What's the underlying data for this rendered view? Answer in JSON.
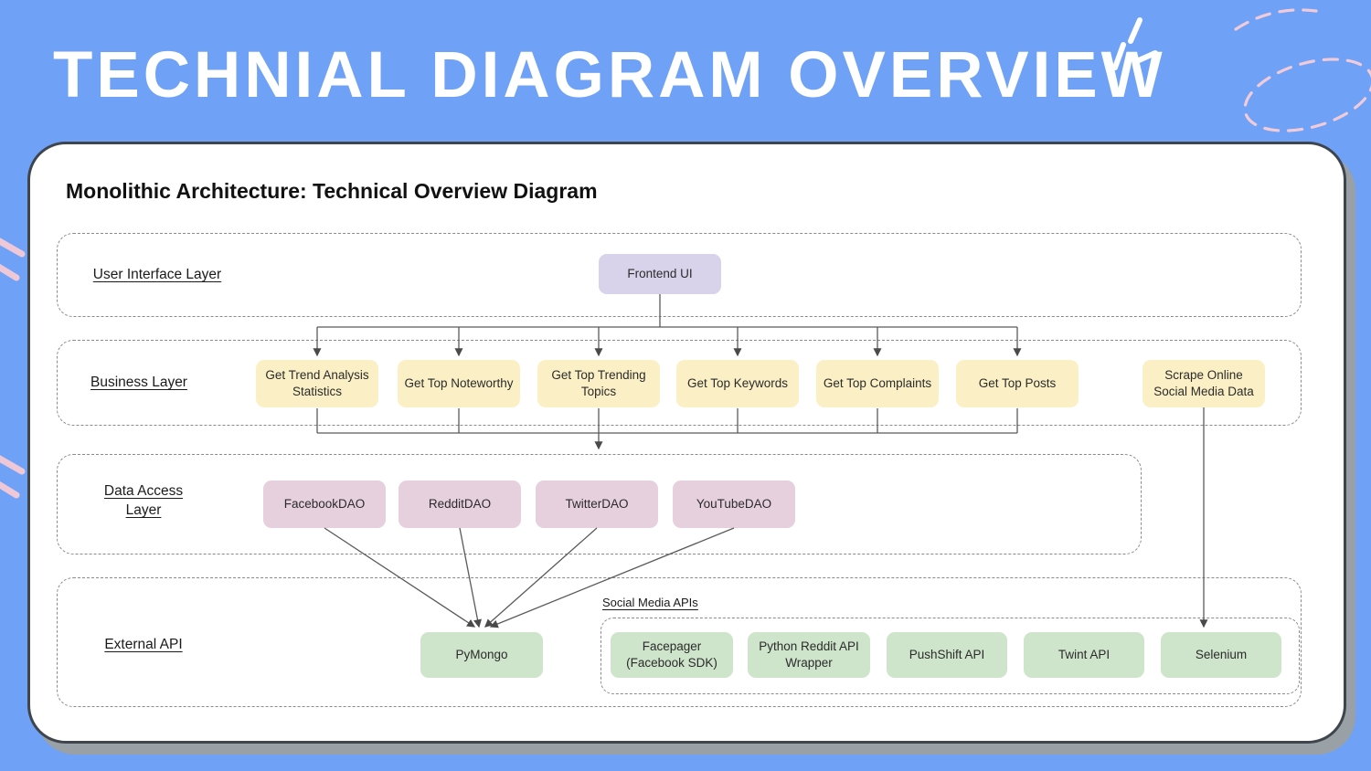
{
  "title": "TECHNIAL DIAGRAM OVERVIEW",
  "diagram": {
    "heading": "Monolithic Architecture: Technical Overview Diagram",
    "layers": {
      "ui": {
        "label": "User Interface Layer",
        "nodes": [
          "Frontend UI"
        ]
      },
      "business": {
        "label": "Business Layer",
        "nodes": [
          "Get Trend Analysis Statistics",
          "Get Top Noteworthy",
          "Get Top Trending Topics",
          "Get Top Keywords",
          "Get Top Complaints",
          "Get Top Posts",
          "Scrape Online Social Media Data"
        ]
      },
      "data_access": {
        "label": "Data Access Layer",
        "nodes": [
          "FacebookDAO",
          "RedditDAO",
          "TwitterDAO",
          "YouTubeDAO"
        ]
      },
      "external": {
        "label": "External API",
        "nodes": [
          "PyMongo"
        ],
        "group": {
          "label": "Social Media APIs",
          "nodes": [
            "Facepager (Facebook SDK)",
            "Python Reddit API Wrapper",
            "PushShift API",
            "Twint API",
            "Selenium"
          ]
        }
      }
    },
    "colors": {
      "background": "#6FA2F6",
      "card": "#FFFFFF",
      "card_border": "#3F454C",
      "ui_node": "#D8D3EA",
      "business_node": "#FBF0C5",
      "data_node": "#E6D0DD",
      "external_node": "#CEE5CB",
      "connector": "#5A5A5A",
      "accent_pink": "#F2CBD9"
    }
  }
}
